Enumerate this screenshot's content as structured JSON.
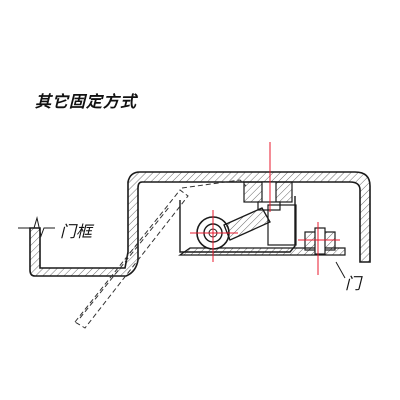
{
  "title": "其它固定方式",
  "labels": {
    "door_frame": "门框",
    "door": "门"
  },
  "colors": {
    "line": "#1a1a1a",
    "center_line": "#e8192c",
    "dash": "#333333",
    "hatch": "#2a2a2a"
  }
}
